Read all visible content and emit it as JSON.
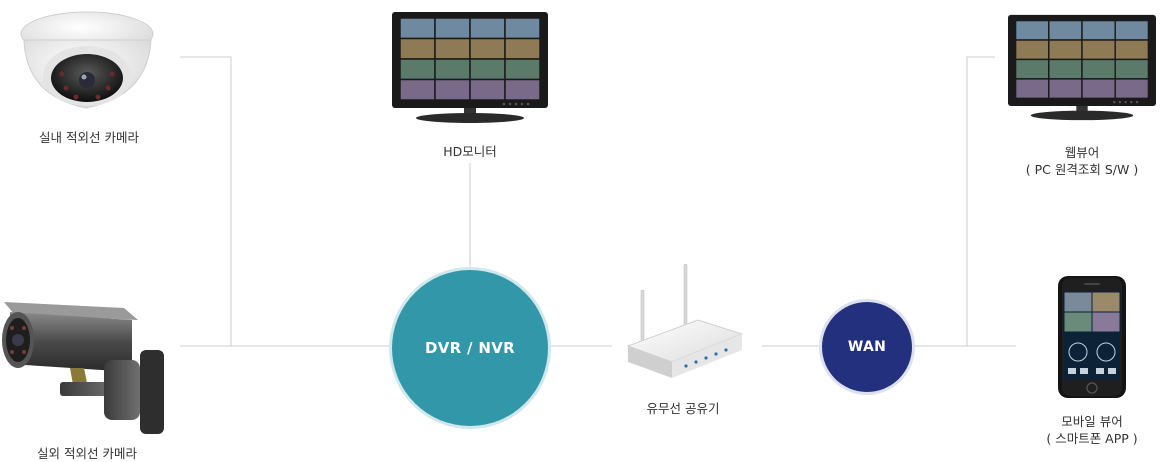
{
  "nodes": {
    "indoor_camera": {
      "label": "실내 적외선 카메라"
    },
    "outdoor_camera": {
      "label": "실외 적외선 카메라"
    },
    "hd_monitor": {
      "label": "HD모니터"
    },
    "dvr_nvr": {
      "label": "DVR / NVR",
      "color": "#3197a9",
      "border": "#cfe8ec"
    },
    "router": {
      "label": "유무선 공유기"
    },
    "wan": {
      "label": "WAN",
      "color": "#23307e",
      "border": "#dde0ee"
    },
    "web_viewer": {
      "label": "웹뷰어",
      "sublabel": "( PC 원격조회 S/W )"
    },
    "mobile_viewer": {
      "label": "모바일 뷰어",
      "sublabel": "( 스마트폰 APP )"
    }
  },
  "colors": {
    "line": "#cccccc"
  },
  "icons": {
    "indoor_camera": "dome-camera-icon",
    "outdoor_camera": "bullet-camera-icon",
    "hd_monitor": "monitor-icon",
    "router": "router-icon",
    "web_viewer": "monitor-icon",
    "mobile_viewer": "smartphone-icon"
  }
}
